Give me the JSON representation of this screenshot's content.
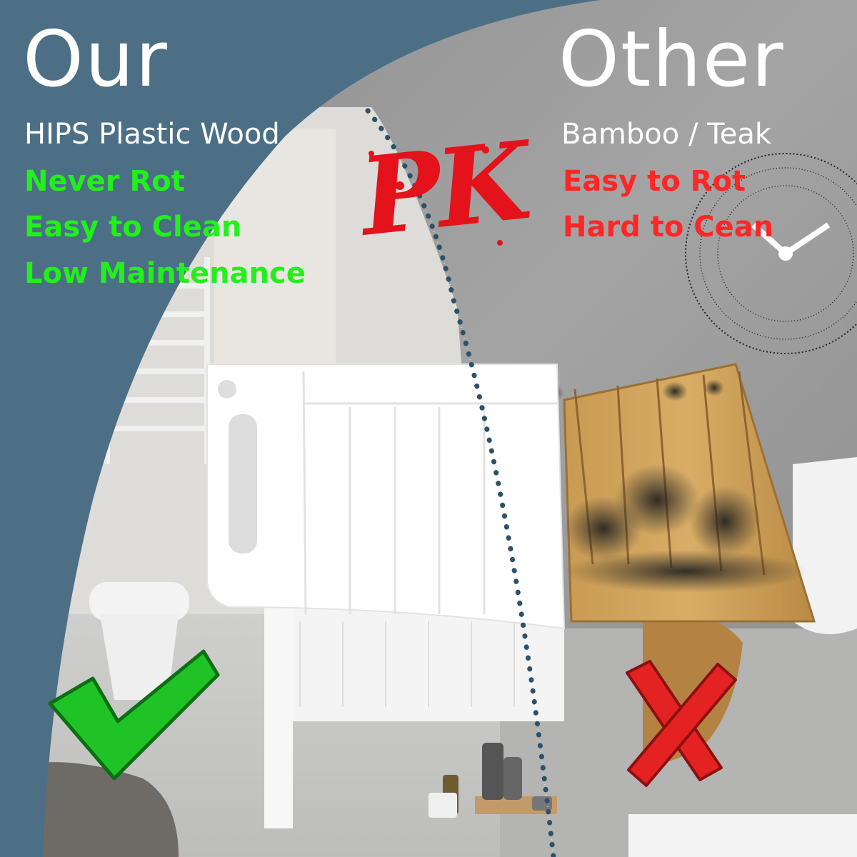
{
  "left": {
    "title": "Our",
    "material": "HIPS Plastic Wood",
    "features": [
      "Never Rot",
      "Easy to Clean",
      "Low Maintenance"
    ],
    "verdict_icon": "green-check-icon"
  },
  "right": {
    "title": "Other",
    "material": "Bamboo / Teak",
    "features": [
      "Easy to Rot",
      "Hard to Cean"
    ],
    "verdict_icon": "red-x-icon"
  },
  "versus_label": "PK",
  "colors": {
    "panel_blue": "#4c6f86",
    "good_green": "#22f01a",
    "bad_red": "#ff2626",
    "pk_red": "#e3121b"
  }
}
